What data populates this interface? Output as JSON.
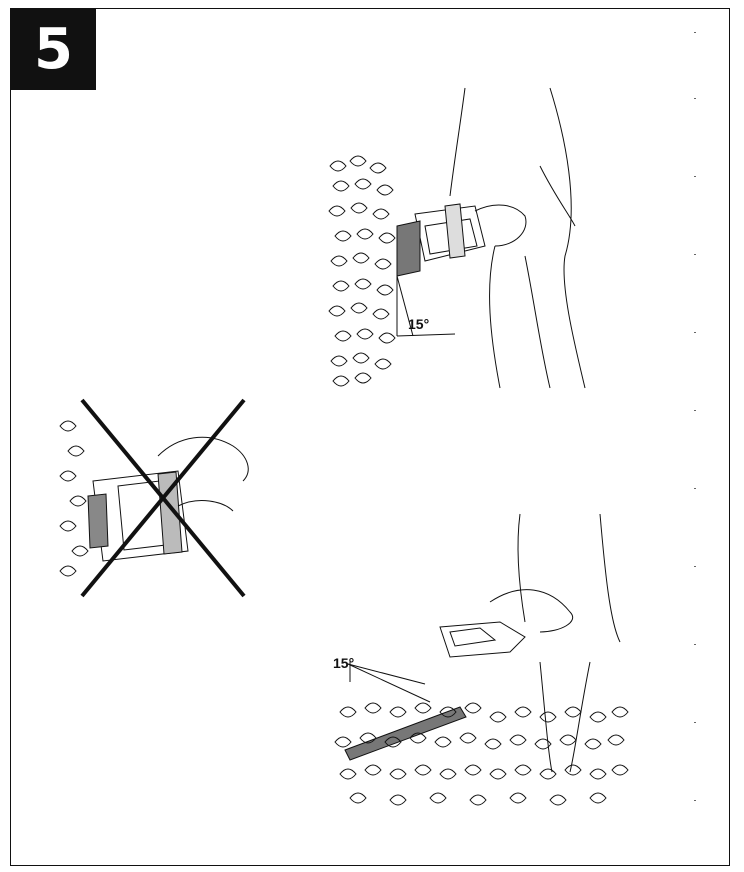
{
  "page": {
    "step_number": "5"
  },
  "illustrations": {
    "vertical_cut": {
      "angle_label": "15°",
      "icon": "hedge-trimmer-vertical-icon"
    },
    "wrong_grip": {
      "icon": "cross-mark-icon"
    },
    "horizontal_cut": {
      "angle_label": "15°",
      "icon": "hedge-trimmer-horizontal-icon"
    }
  }
}
